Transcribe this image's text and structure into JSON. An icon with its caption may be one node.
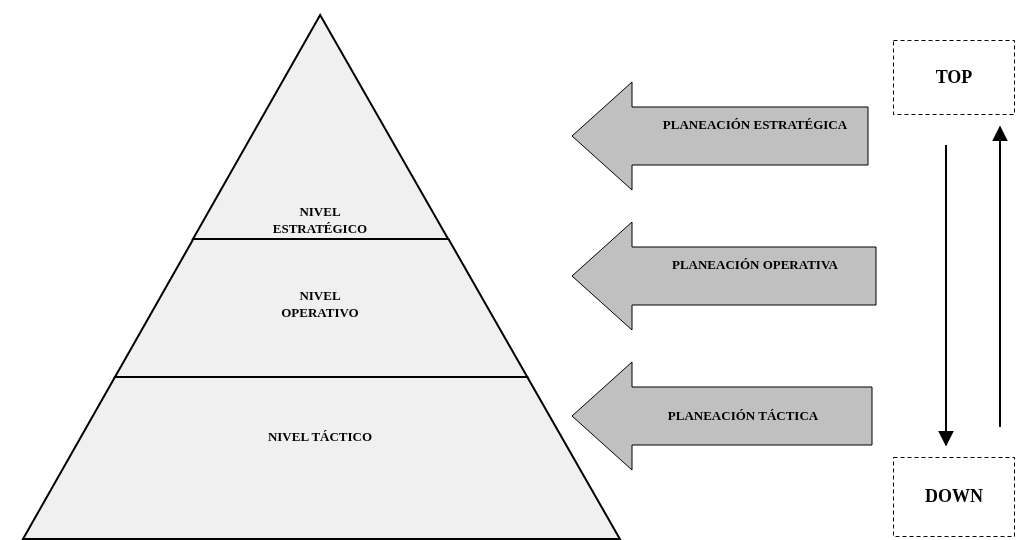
{
  "diagram": {
    "nodes": [
      {
        "text": [
          "NIVEL ESTRATÉGICO"
        ]
      },
      {
        "text": [
          "NIVEL OPERATIVO"
        ]
      },
      {
        "text": [
          "NIVEL TÁCTICO"
        ]
      },
      {
        "text": [
          "PLANEACIÓN ESTRATÉGICA"
        ]
      },
      {
        "text": [
          "PLANEACIÓN OPERATIVA"
        ]
      },
      {
        "text": [
          "PLANEACIÓN TÁCTICA"
        ]
      },
      {
        "text": [
          "TOP"
        ]
      },
      {
        "text": [
          "DOWN"
        ]
      }
    ],
    "edges": [
      {
        "from": 6,
        "to": 7,
        "arrow": "to"
      },
      {
        "from": 7,
        "to": 6,
        "arrow": "to"
      }
    ]
  }
}
